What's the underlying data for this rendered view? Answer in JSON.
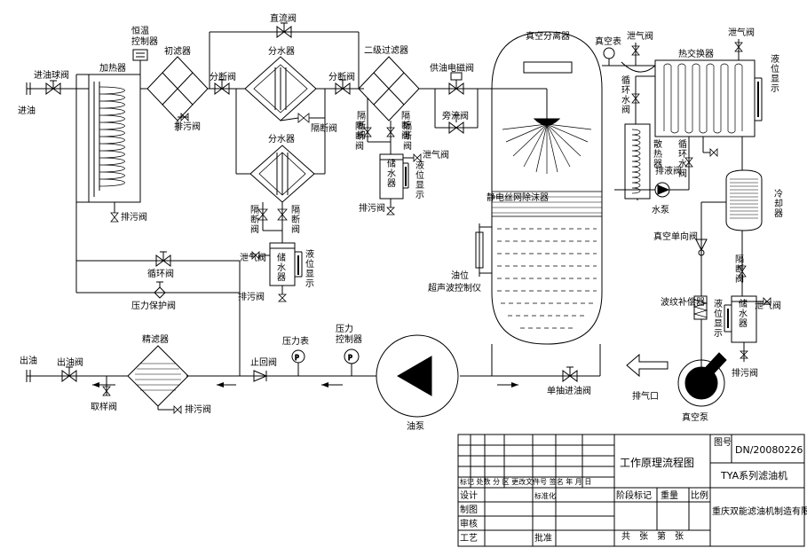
{
  "labels": {
    "inlet_ball_valve": "进油球阀",
    "inlet_oil": "进油",
    "heater": "加热器",
    "thermostat": "恒温\n控制器",
    "primary_filter": "初滤器",
    "divider_valve_1": "分断阀",
    "straight_valve": "直流阀",
    "water_sep_1": "分水器",
    "water_sep_2": "分水器",
    "divider_valve_2": "分断阀",
    "isolate_valve_top": "隔断阀",
    "secondary_filter": "二级过滤器",
    "oil_supply_solenoid": "供油电磁阀",
    "bypass_valve": "旁流阀",
    "vac_separator": "真空分离器",
    "vacuum_gauge": "真空表",
    "vent_valve_top": "泄气阀",
    "vent_valve_right": "泄气阀",
    "heat_exchanger": "热交换器",
    "level_display_hx": "液位显示",
    "circ_valve_1": "循环水阀",
    "radiator": "散热器",
    "circ_valve_2": "循环水阀",
    "drain_valve_hx": "排液阀",
    "water_pump": "水泵",
    "cooler": "冷却器",
    "vac_check_valve": "真空单向阀",
    "isolate_valve_right": "隔断阀",
    "wave_compensator": "波纹补偿器",
    "storage_water_right": "储水器",
    "vent_valve_right_low": "泄气阀",
    "level_display_right": "液位显示",
    "drain_valve_right": "排污阀",
    "exhaust_port": "排气口",
    "vacuum_pump": "真空泵",
    "electrostatic": "静电丝网除沫器",
    "oil_level": "油位",
    "ultrasonic": "超声波控制仪",
    "single_inlet_valve": "单抽进油阀",
    "oil_pump": "油泵",
    "pressure_gauge": "压力表",
    "pressure_controller": "压力\n控制器",
    "check_valve": "止回阀",
    "fine_filter": "精滤器",
    "outlet_valve": "出油阀",
    "outlet_oil": "出油",
    "sample_valve": "取样阀",
    "drain_valve_fine": "排污阀",
    "circ_valve_left": "循环阀",
    "pressure_protect": "压力保护阀",
    "drain_valve_primary": "排污阀",
    "drain_valve_heater": "排污阀",
    "isolate_valve_a": "隔断阀",
    "isolate_valve_b": "隔断阀",
    "isolate_valve_c": "隔断阀",
    "isolate_valve_d": "隔断阀",
    "storage_water_mid": "储水器",
    "level_display_mid": "液位显示",
    "vent_valve_mid": "泄气阀",
    "drain_valve_mid": "排污阀",
    "storage_water_sec": "储水器",
    "level_display_sec": "液位显示",
    "vent_valve_sec": "泄气阀",
    "drain_valve_sec": "排污阀",
    "isolate_valve_sec_a": "隔断阀",
    "isolate_valve_sec_b": "隔断阀"
  },
  "title_block": {
    "drawing_title": "工作原理流程图",
    "drawing_no_label": "图号",
    "drawing_no": "DN/20080226",
    "product": "TYA系列滤油机",
    "company": "重庆双能滤油机制造有限公司",
    "stage_mark": "阶段标记",
    "weight": "重量",
    "scale": "比例",
    "sheets": "共　张　第　张",
    "design": "设计",
    "drafted": "制图",
    "review": "审核",
    "process": "工艺",
    "approve": "批准",
    "standardize": "标准化",
    "mark_row": "标记 处数 分 区 更改文件号 签名 年 月 日"
  },
  "colors": {
    "line": "#000000",
    "background": "#ffffff"
  }
}
